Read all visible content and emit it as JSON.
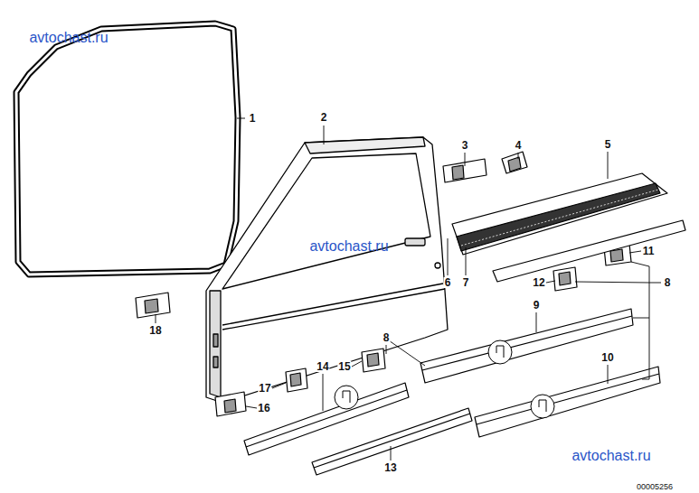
{
  "diagram": {
    "labels": [
      "avtochast.ru",
      "1",
      "2",
      "3",
      "4",
      "5",
      "avtochast.ru",
      "11",
      "6",
      "7",
      "12",
      "8",
      "18",
      "9",
      "8",
      "14",
      "15",
      "17",
      "16",
      "10",
      "13",
      "avtochast.ru",
      "00005256"
    ]
  }
}
